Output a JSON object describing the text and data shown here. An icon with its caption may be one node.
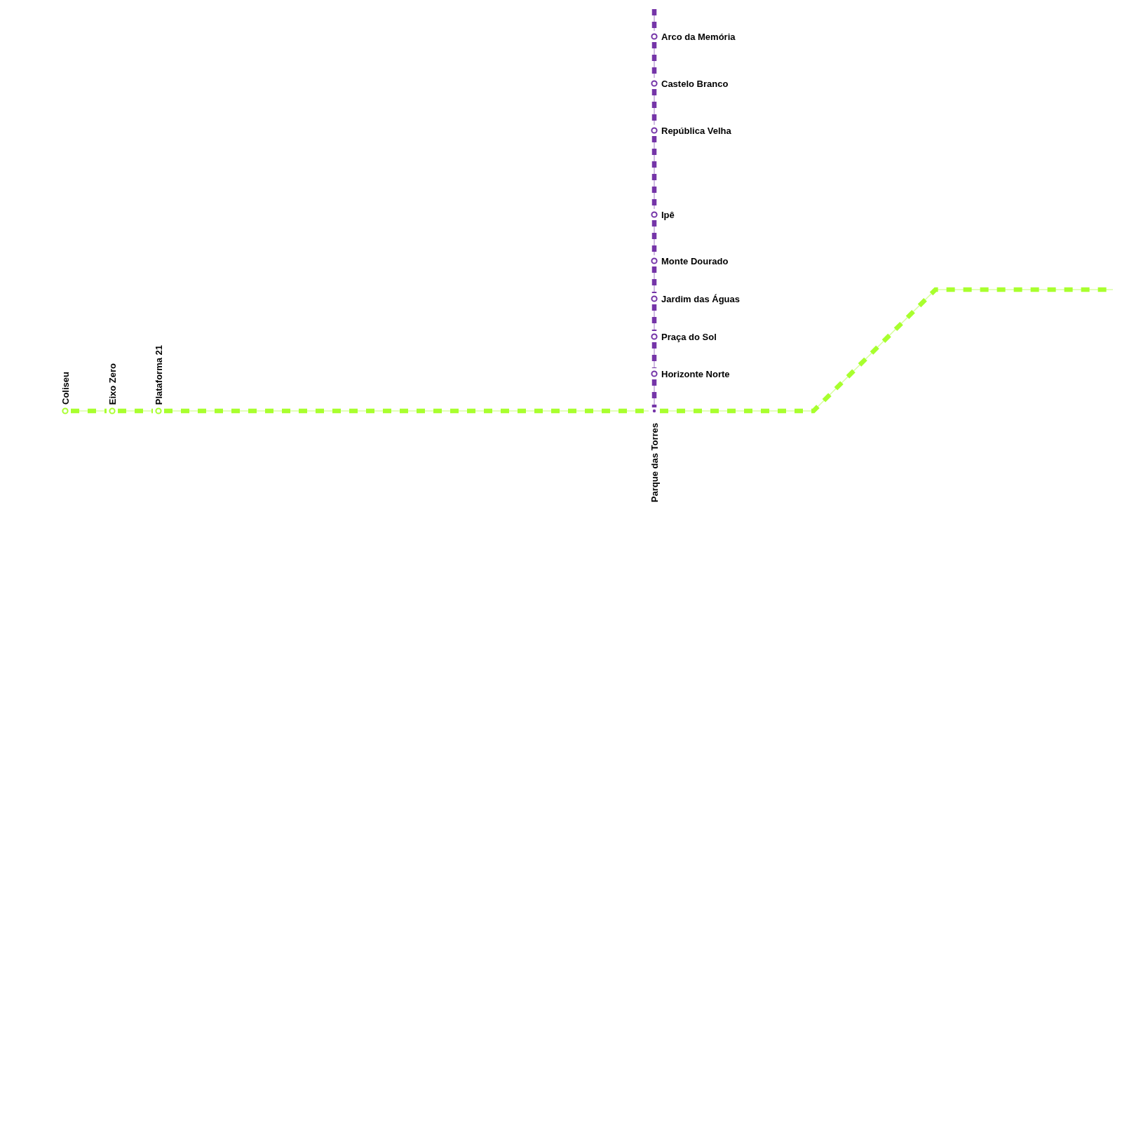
{
  "diagram": {
    "nodes": [
      {
        "text": [
          "Arco da Memória"
        ]
      },
      {
        "text": [
          "Castelo Branco"
        ]
      },
      {
        "text": [
          "República Velha"
        ]
      },
      {
        "text": [
          "Ipê"
        ]
      },
      {
        "text": [
          "Monte Dourado"
        ]
      },
      {
        "text": [
          "Jardim das Águas"
        ]
      },
      {
        "text": [
          "Praça do Sol"
        ]
      },
      {
        "text": [
          "Horizonte Norte"
        ]
      },
      {
        "text": [
          "Coliseu"
        ]
      },
      {
        "text": [
          "Eixo Zero"
        ]
      },
      {
        "text": [
          "Plataforma 21"
        ]
      },
      {
        "text": [
          "Parque das Torres"
        ]
      }
    ],
    "edges": [
      {
        "from": null,
        "to": 0,
        "arrow": "none"
      },
      {
        "from": 0,
        "to": 1,
        "arrow": "none"
      },
      {
        "from": 1,
        "to": 2,
        "arrow": "none"
      },
      {
        "from": 2,
        "to": 3,
        "arrow": "none"
      },
      {
        "from": 3,
        "to": 4,
        "arrow": "none"
      },
      {
        "from": 4,
        "to": 5,
        "arrow": "none"
      },
      {
        "from": 5,
        "to": 6,
        "arrow": "none"
      },
      {
        "from": 6,
        "to": 7,
        "arrow": "none"
      },
      {
        "from": 7,
        "to": 11,
        "arrow": "none"
      },
      {
        "from": 8,
        "to": 9,
        "arrow": "none",
        "color": "#a8ff2e"
      },
      {
        "from": 9,
        "to": 10,
        "arrow": "none",
        "color": "#a8ff2e"
      },
      {
        "from": 10,
        "to": 11,
        "arrow": "none",
        "color": "#a8ff2e"
      },
      {
        "from": 11,
        "to": null,
        "arrow": "none",
        "color": "#a8ff2e"
      }
    ]
  }
}
